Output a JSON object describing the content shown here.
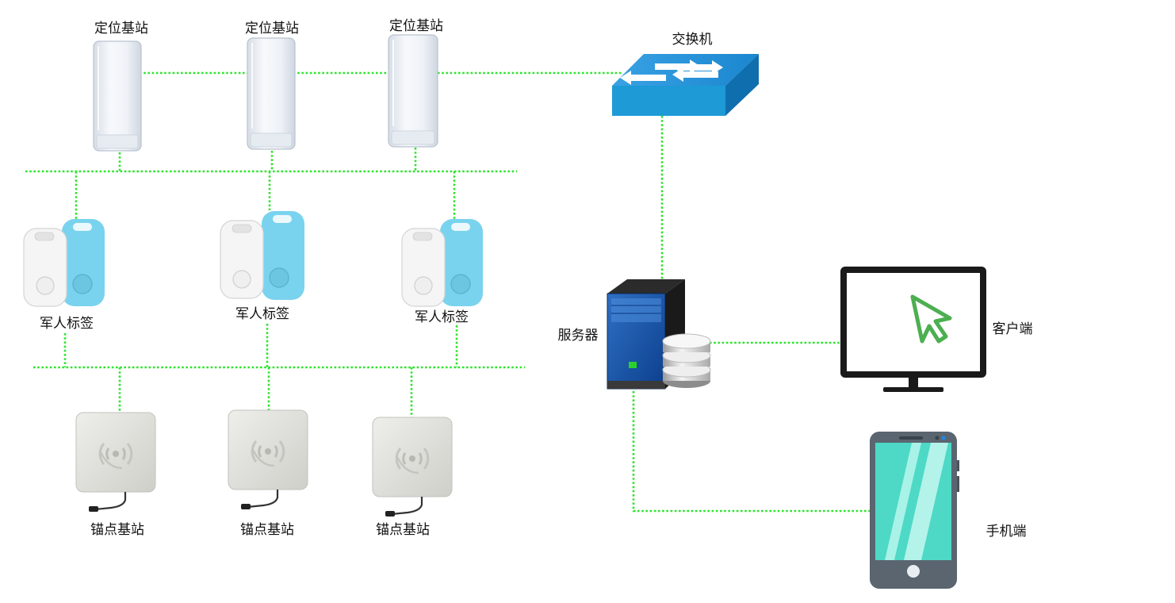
{
  "labels": {
    "positioning_station": "定位基站",
    "soldier_tag": "军人标签",
    "anchor_station": "锚点基站",
    "switch": "交换机",
    "server": "服务器",
    "client": "客户端",
    "mobile": "手机端"
  },
  "colors": {
    "link": "#2ee52e",
    "switch_top": "#2a8fd6",
    "switch_front": "#1e9ad6",
    "tag_blue": "#7ad3ee",
    "phone_screen": "#4dd9c6",
    "cursor": "#4caf50"
  },
  "icons": [
    "positioning-station-device",
    "soldier-tag-device",
    "anchor-station-device",
    "switch-icon",
    "server-icon",
    "database-icon",
    "monitor-icon",
    "cursor-icon",
    "smartphone-icon"
  ]
}
